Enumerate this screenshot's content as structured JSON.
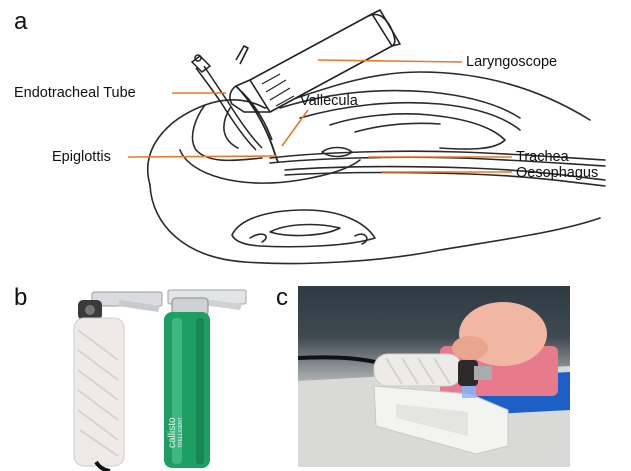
{
  "panels": {
    "a": "a",
    "b": "b",
    "c": "c"
  },
  "labels": {
    "laryngoscope": "Laryngoscope",
    "endotracheal_tube": "Endotracheal Tube",
    "vallecula": "Vallecula",
    "epiglottis": "Epiglottis",
    "trachea": "Trachea",
    "oesophagus": "Oesophagus"
  },
  "device_text": {
    "brand": "callisto",
    "sub": "TRELLIGENT"
  },
  "colors": {
    "leader_line": "#e8782a",
    "green_handle": "#1f9e64",
    "manikin_skin": "#f2b7a3",
    "manikin_base": "#e87a8e",
    "tray_blue": "#1d5fc4"
  }
}
